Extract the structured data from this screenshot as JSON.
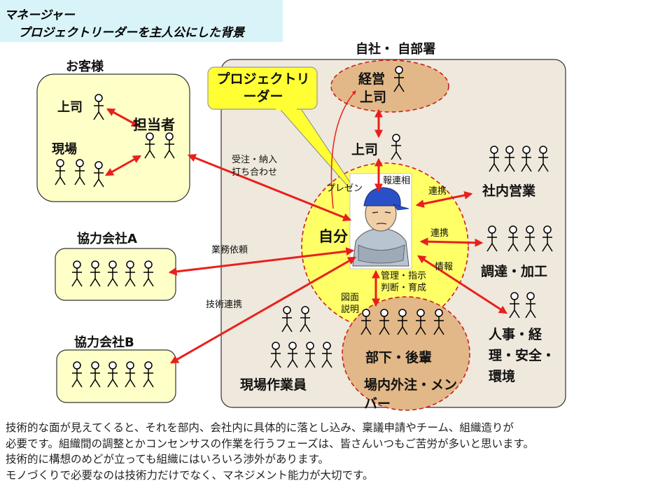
{
  "title": {
    "line1": "マネージャー",
    "line2": "プロジェクトリーダーを主人公にした背景"
  },
  "groups": {
    "customer": "お客様",
    "company": "自社・ 自部署",
    "partner_a": "協力会社A",
    "partner_b": "協力会社B"
  },
  "labels": {
    "customer_boss": "上司",
    "customer_site": "現場",
    "customer_rep": "担当者",
    "pl_callout": "プロジェクトリーダー",
    "mgmt_boss_line1": "経営",
    "mgmt_boss_line2": "上司",
    "boss": "上司",
    "self": "自分",
    "sales": "社内営業",
    "procurement": "調達・加工",
    "admin_line1": "人事・経",
    "admin_line2": "理・安全・",
    "admin_line3": "環境",
    "subordinates": "部下・後輩",
    "members_line1": "場内外注・メン",
    "members_line2": "バー",
    "site_workers": "現場作業員"
  },
  "edges": {
    "order_line1": "受注・納入",
    "order_line2": "打ち合わせ",
    "business_request": "業務依頼",
    "tech_coordination": "技術連携",
    "presentation": "プレゼン",
    "report": "報連相",
    "liaison_1": "連携",
    "liaison_2": "連携",
    "info": "情報",
    "mgmt_line1": "管理・指示",
    "mgmt_line2": "判断・育成",
    "drawing_line1": "図面",
    "drawing_line2": "説明"
  },
  "footer": [
    "技術的な面が見えてくると、それを部内、会社内に具体的に落とし込み、稟議申請やチーム、組織造りが",
    "必要です。組織間の調整とかコンセンサスの作業を行うフェーズは、皆さんいつもご苦労が多いと思います。",
    "技術的に構想のめどが立っても組織にはいろいろ渉外があります。",
    "モノづくりで必要なのは技術力だけでなく、マネジメント能力が大切です。"
  ],
  "colors": {
    "customer_box": "#ffffc8",
    "company_box": "#efe8dc",
    "self_circle": "#ffff66",
    "sub_circle": "#e2b888",
    "callout": "#ffff33",
    "arrow": "#e8201c",
    "dashed": "#c8201c"
  },
  "icons": [
    "stick-figure-icon",
    "leader-portrait-icon",
    "double-arrow-icon"
  ]
}
